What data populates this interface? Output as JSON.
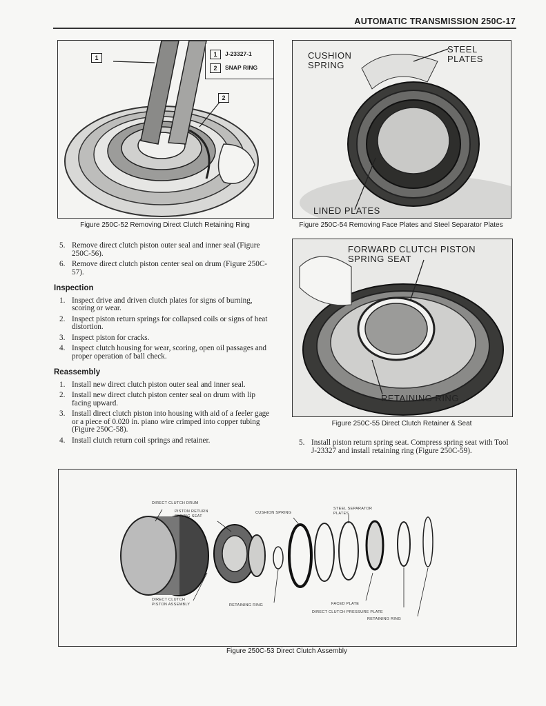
{
  "header": {
    "title": "AUTOMATIC TRANSMISSION 250C-17"
  },
  "figures": {
    "fig52": {
      "caption": "Figure 250C-52 Removing Direct Clutch Retaining Ring",
      "callouts": [
        {
          "number": "1",
          "label": "J-23327-1"
        },
        {
          "number": "2",
          "label": "SNAP RING"
        }
      ]
    },
    "fig54": {
      "caption": "Figure 250C-54 Removing Face Plates and Steel Separator Plates",
      "labels": {
        "cushion_spring": "CUSHION SPRING",
        "steel_plates": "STEEL PLATES",
        "lined_plates": "LINED PLATES"
      }
    },
    "fig55": {
      "caption": "Figure 250C-55 Direct Clutch Retainer & Seat",
      "labels": {
        "piston_seat": "FORWARD CLUTCH PISTON SPRING SEAT",
        "retaining_ring": "RETAINING RING"
      }
    },
    "fig53": {
      "caption": "Figure 250C-53 Direct Clutch Assembly",
      "labels": {
        "drum": "DIRECT CLUTCH DRUM",
        "return_seat": "PISTON RETURN SPRING SEAT",
        "cushion": "CUSHION SPRING",
        "steel_plates": "STEEL SEPARATOR PLATES",
        "piston_assembly": "DIRECT CLUTCH PISTON ASSEMBLY",
        "retaining_ring_1": "RETAINING RING",
        "faced_plate": "FACED PLATE",
        "pressure_plate": "DIRECT CLUTCH PRESSURE PLATE",
        "retaining_ring_2": "RETAINING RING"
      }
    }
  },
  "steps_left": [
    {
      "num": "5.",
      "text": "Remove direct clutch piston outer seal and inner seal (Figure 250C-56)."
    },
    {
      "num": "6.",
      "text": "Remove direct clutch piston center seal on drum (Figure 250C-57)."
    }
  ],
  "inspection": {
    "heading": "Inspection",
    "items": [
      {
        "num": "1.",
        "text": "Inspect drive and driven clutch plates for signs of burning, scoring or wear."
      },
      {
        "num": "2.",
        "text": "Inspect piston return springs for collapsed coils or signs of heat distortion."
      },
      {
        "num": "3.",
        "text": "Inspect piston for cracks."
      },
      {
        "num": "4.",
        "text": "Inspect clutch housing for wear, scoring, open oil passages and proper operation of ball check."
      }
    ]
  },
  "reassembly": {
    "heading": "Reassembly",
    "items": [
      {
        "num": "1.",
        "text": "Install new direct clutch piston outer seal and inner seal."
      },
      {
        "num": "2.",
        "text": "Install new direct clutch piston center seal on drum with lip facing upward."
      },
      {
        "num": "3.",
        "text": "Install direct clutch piston into housing with aid of a feeler gage or a piece of 0.020 in. piano wire crimped into copper tubing (Figure 250C-58)."
      },
      {
        "num": "4.",
        "text": "Install clutch return coil springs and retainer."
      }
    ]
  },
  "steps_right": [
    {
      "num": "5.",
      "text": "Install piston return spring seat. Compress spring seat with Tool J-23327 and install retaining ring (Figure 250C-59)."
    }
  ]
}
